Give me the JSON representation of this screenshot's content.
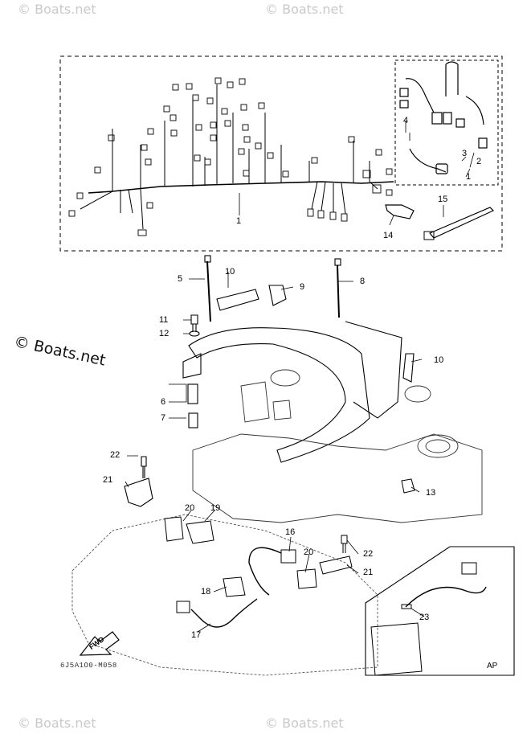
{
  "watermark": {
    "text": "© Boats.net"
  },
  "callouts": [
    "1",
    "1",
    "2",
    "3",
    "4",
    "5",
    "6",
    "7",
    "8",
    "9",
    "10",
    "10",
    "11",
    "12",
    "13",
    "14",
    "15",
    "16",
    "17",
    "18",
    "19",
    "20",
    "20",
    "21",
    "21",
    "22",
    "22",
    "23"
  ],
  "corner_label": "AP",
  "drawing_code": "6J5A1O0-M058",
  "fwd_label": "FWD"
}
